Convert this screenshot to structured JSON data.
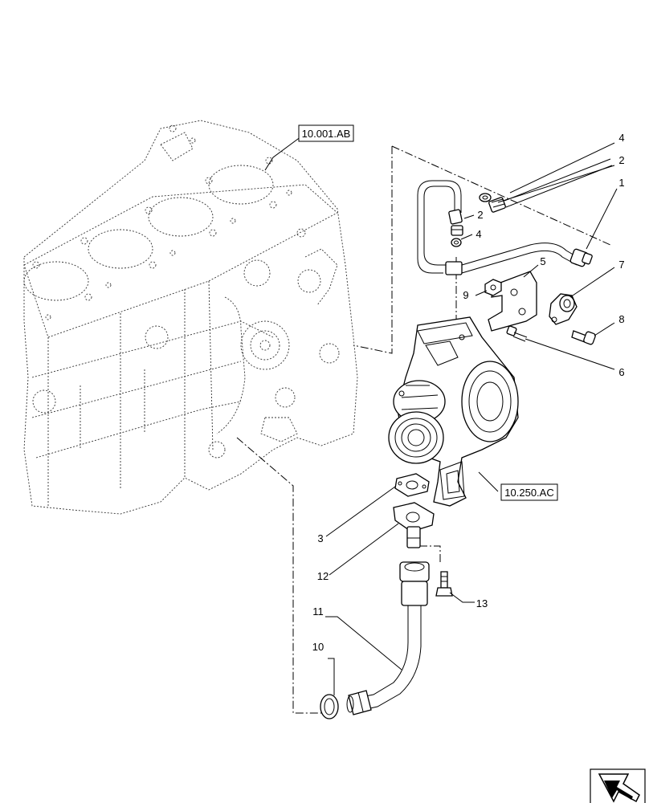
{
  "references": [
    {
      "id": "ref-engine",
      "label": "10.001.AB"
    },
    {
      "id": "ref-turbo",
      "label": "10.250.AC"
    }
  ],
  "callouts": {
    "c1": "1",
    "c2a": "2",
    "c2b": "2",
    "c3": "3",
    "c4a": "4",
    "c4b": "4",
    "c5": "5",
    "c6": "6",
    "c7": "7",
    "c8": "8",
    "c9": "9",
    "c10": "10",
    "c11": "11",
    "c12": "12",
    "c13": "13"
  },
  "nav_icon": "arrow-back-icon",
  "colors": {
    "line": "#000000",
    "background": "#ffffff"
  }
}
